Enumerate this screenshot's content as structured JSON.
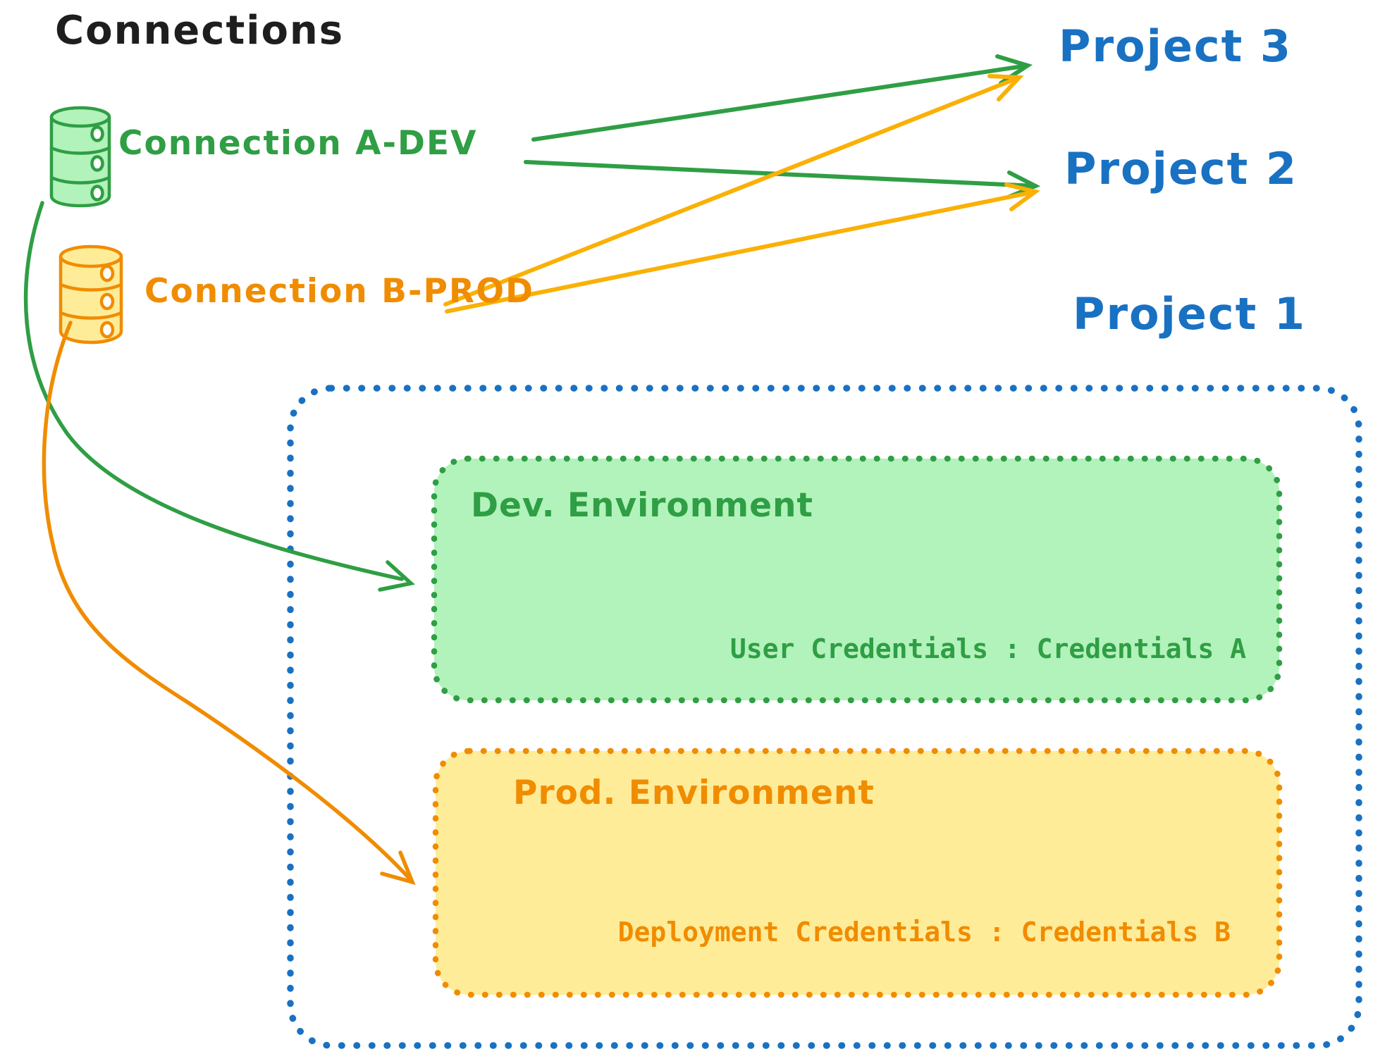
{
  "title": "Connections",
  "connections": [
    {
      "label": "Connection A-DEV",
      "type": "database",
      "color": "#2f9e44",
      "fill": "#b2f2bb"
    },
    {
      "label": "Connection B-PROD",
      "type": "database",
      "color": "#f08c00",
      "fill": "#ffec99"
    }
  ],
  "projects": [
    {
      "label": "Project 3"
    },
    {
      "label": "Project 2"
    },
    {
      "label": "Project 1"
    }
  ],
  "project1_detail": {
    "environments": [
      {
        "name": "Dev. Environment",
        "credentials": "User Credentials : Credentials A",
        "accent": "#2f9e44",
        "fill": "#b2f2bb"
      },
      {
        "name": "Prod. Environment",
        "credentials": "Deployment Credentials : Credentials B",
        "accent": "#f08c00",
        "fill": "#ffec99"
      }
    ]
  },
  "edges": [
    {
      "from": "Connection A-DEV",
      "to": "Project 3",
      "color": "#2f9e44"
    },
    {
      "from": "Connection A-DEV",
      "to": "Project 2",
      "color": "#2f9e44"
    },
    {
      "from": "Connection B-PROD",
      "to": "Project 3",
      "color": "#fab005"
    },
    {
      "from": "Connection B-PROD",
      "to": "Project 2",
      "color": "#fab005"
    },
    {
      "from": "Connection A-DEV",
      "to": "Project 1 / Dev. Environment",
      "color": "#2f9e44"
    },
    {
      "from": "Connection B-PROD",
      "to": "Project 1 / Prod. Environment",
      "color": "#f08c00"
    }
  ],
  "colors": {
    "title_black": "#1e1e1e",
    "project_blue": "#1971c2",
    "dev_green": "#2f9e44",
    "dev_green_fill": "#b2f2bb",
    "prod_orange": "#f08c00",
    "prod_orange_fill": "#ffec99",
    "arrow_yellow": "#fab005"
  }
}
